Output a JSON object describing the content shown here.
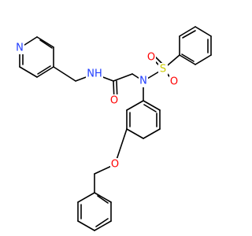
{
  "figure": {
    "kind": "chemical structure",
    "background": "#ffffff",
    "bond_color": "#000000"
  },
  "element_colors": {
    "N": "#1f3cff",
    "O": "#ff0000",
    "S": "#cccc00",
    "H": "#1f3cff"
  },
  "atom_labels": {
    "pyridine_N": "N",
    "amide_NH": "NH",
    "amide_O": "O",
    "sulfonamide_N": "N",
    "sulfonyl_S": "S",
    "sulfonyl_O_left": "O",
    "sulfonyl_O_right": "O",
    "ether_O": "O"
  }
}
